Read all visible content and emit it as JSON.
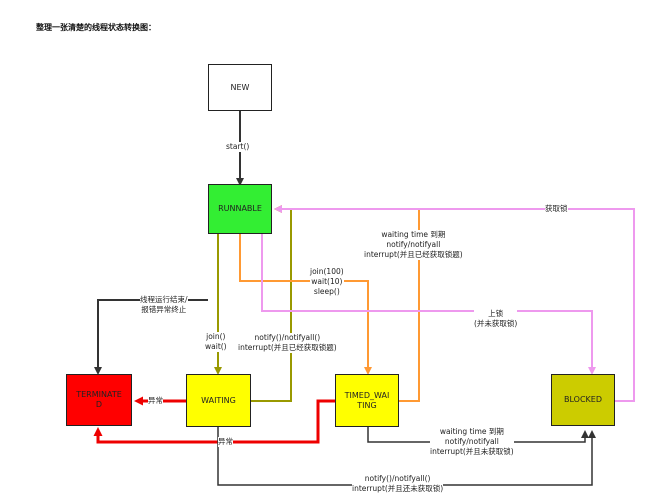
{
  "title": "整理一张清楚的线程状态转换图：",
  "colors": {
    "new": "#ffffff",
    "runnable": "#33ee33",
    "terminated": "#ff0000",
    "waiting": "#ffff00",
    "timed_waiting": "#ffff00",
    "blocked": "#cccc00",
    "arrow_dark": "#333333",
    "arrow_olive": "#999900",
    "arrow_orange": "#ff9933",
    "arrow_pink": "#ee99ee",
    "arrow_red": "#ee0000"
  },
  "nodes": {
    "new": "NEW",
    "runnable": "RUNNABLE",
    "terminated_line1": "TERMINATE",
    "terminated_line2": "D",
    "waiting": "WAITING",
    "timed_waiting_line1": "TIMED_WAI",
    "timed_waiting_line2": "TING",
    "blocked": "BLOCKED"
  },
  "edges": {
    "start": "start()",
    "acquire_lock": "获取锁",
    "waiting_time_up_1": "waiting time 到期",
    "notify_all_1": "notify/notifyall",
    "interrupt_acquired": "interrupt(并且已经获取锁题)",
    "join_timed": "join(100)",
    "wait_timed": "wait(10)",
    "sleep_timed": "sleep()",
    "thread_end": "线程运行结束/",
    "exception_end": "报错异常终止",
    "lock": "上锁",
    "lock_not_acquired": "(并未获取锁)",
    "join": "join()",
    "wait": "wait()",
    "notify_notifyall_w": "notify()/notifyall()",
    "interrupt_w": "interrupt(并且已经获取锁题)",
    "exception_1": "异常",
    "exception_2": "异常",
    "waiting_time_up_2": "waiting time 到期",
    "notify_all_2": "notify/notifyall",
    "interrupt_not_acquired_1": "interrupt(并且未获取锁)",
    "notify_notifyall_b": "notify()/notifyall()",
    "interrupt_still_not": "interrupt(并且还未获取锁)"
  }
}
